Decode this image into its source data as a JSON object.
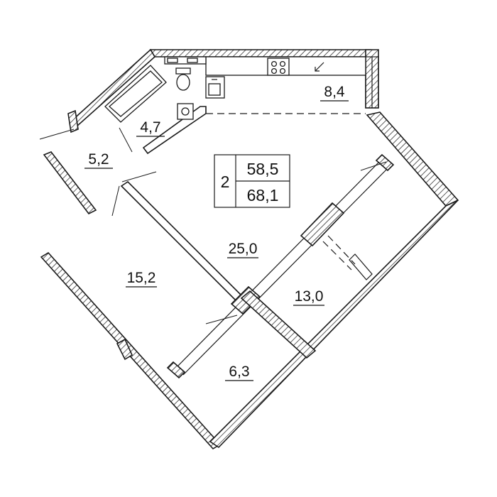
{
  "summary": {
    "rooms": "2",
    "living_area": "58,5",
    "total_area": "68,1"
  },
  "rooms": {
    "kitchen": "8,4",
    "bathroom": "4,7",
    "hall": "5,2",
    "bedroom": "15,2",
    "living": "25,0",
    "balcony_large": "13,0",
    "balcony_small": "6,3"
  }
}
